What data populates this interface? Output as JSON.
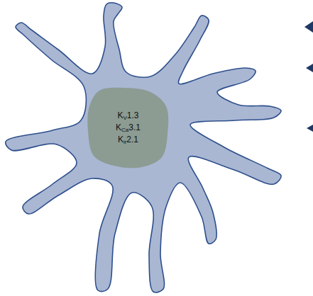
{
  "diagram": {
    "nodes": [
      {
        "text": [
          "KV1.3",
          "KCa3.1",
          "Kir2.1"
        ]
      }
    ]
  }
}
